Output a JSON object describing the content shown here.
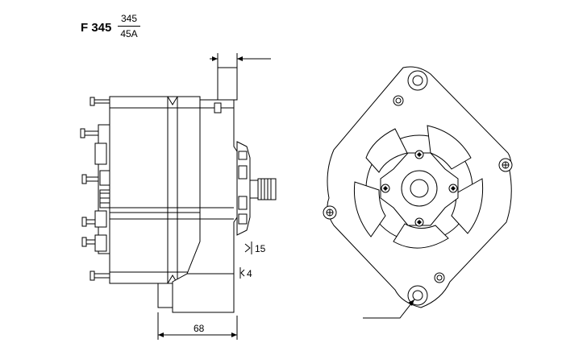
{
  "header": {
    "model": "F 345",
    "ratio_top": "345",
    "ratio_bottom": "45A"
  },
  "dimensions": {
    "width_overall": "68",
    "offset_a": "15",
    "offset_b": "4"
  },
  "colors": {
    "line": "#000000",
    "background": "#ffffff"
  }
}
